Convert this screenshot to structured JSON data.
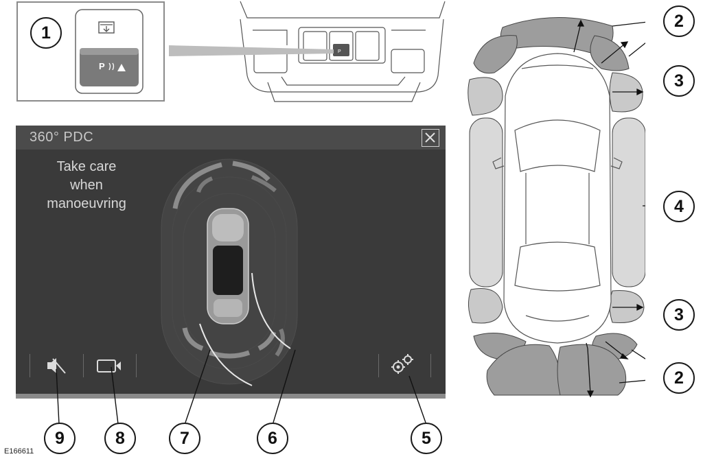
{
  "screen": {
    "title": "360° PDC",
    "warning_line1": "Take care",
    "warning_line2": "when",
    "warning_line3": "manoeuvring"
  },
  "switch": {
    "label": "P"
  },
  "callouts": [
    "1",
    "2",
    "2",
    "3",
    "4",
    "3",
    "2",
    "9",
    "8",
    "7",
    "6",
    "5"
  ],
  "figure_code": "E166611",
  "icons": {
    "close": "close-icon",
    "mute": "speaker-mute-icon",
    "camera": "camera-icon",
    "settings": "gears-icon",
    "parking": "parking-sensor-icon"
  },
  "colors": {
    "screen_bg": "#3a3a3a",
    "sensor_dark": "#9d9d9d",
    "sensor_light": "#d4d4d4"
  }
}
